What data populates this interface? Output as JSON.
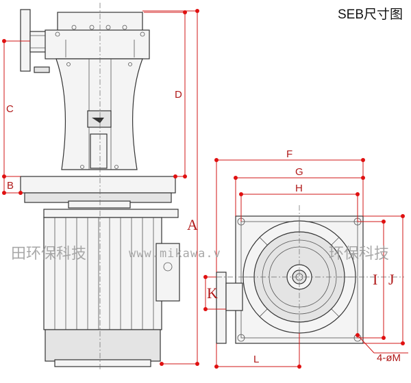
{
  "title": "SEB尺寸图",
  "dimension_labels": {
    "A": "A",
    "B": "B",
    "C": "C",
    "D": "D",
    "F": "F",
    "G": "G",
    "H": "H",
    "I": "I",
    "J": "J",
    "K": "K",
    "L": "L",
    "M": "4-øM"
  },
  "watermark": {
    "brand": "田环保科技",
    "url": "www.mikawa.v",
    "brand_right": "环保科技"
  },
  "colors": {
    "dimension": "#d01414",
    "outline": "#333333",
    "watermark": "#9a9a9a"
  }
}
